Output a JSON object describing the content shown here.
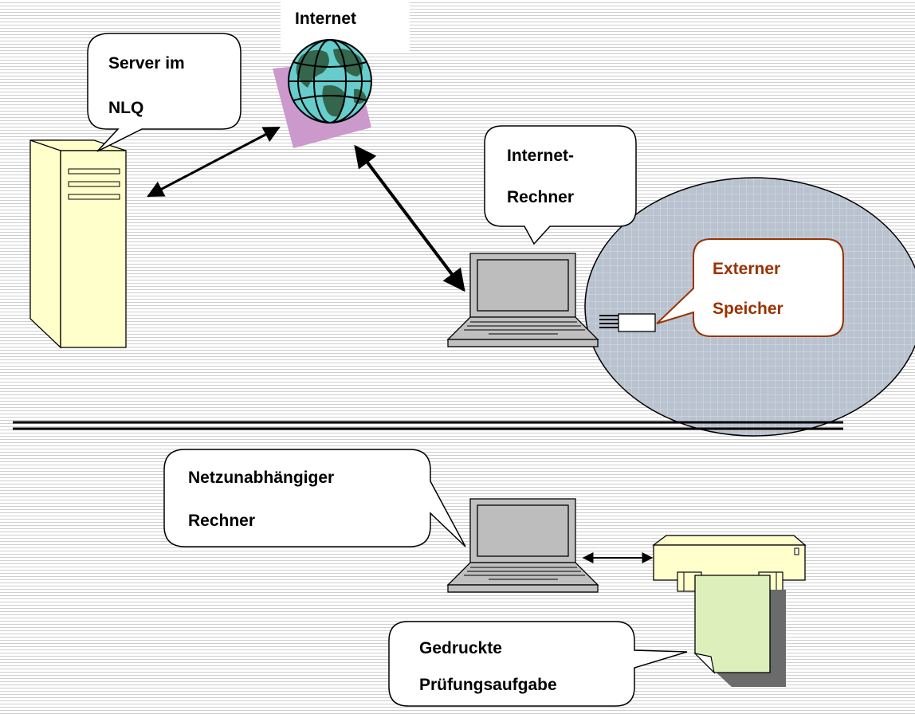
{
  "labels": {
    "internet": "Internet",
    "server_line1": "Server im",
    "server_line2": "NLQ",
    "internet_pc_line1": "Internet-",
    "internet_pc_line2": "Rechner",
    "external_line1": "Externer",
    "external_line2": "Speicher",
    "offline_pc_line1": "Netzunabhängiger",
    "offline_pc_line2": "Rechner",
    "printout_line1": "Gedruckte",
    "printout_line2": "Prüfungsaufgabe"
  },
  "icons": {
    "server": "server-tower-icon",
    "globe": "globe-icon",
    "laptop": "laptop-icon",
    "usb": "usb-stick-icon",
    "printer": "printer-icon",
    "paper": "printed-page-icon"
  },
  "colors": {
    "server_fill": "#ffffcc",
    "globe_ocean": "#66cccc",
    "globe_land": "#33664d",
    "globe_backdrop": "#cc99cc",
    "laptop_fill": "#c0c0c0",
    "screen_fill": "#bdbdbd",
    "ellipse_fill": "#bcc4d0",
    "callout_red_border": "#993300",
    "external_text": "#993300",
    "paper_fill": "#ddf0bb",
    "printer_fill": "#ffffcc"
  }
}
